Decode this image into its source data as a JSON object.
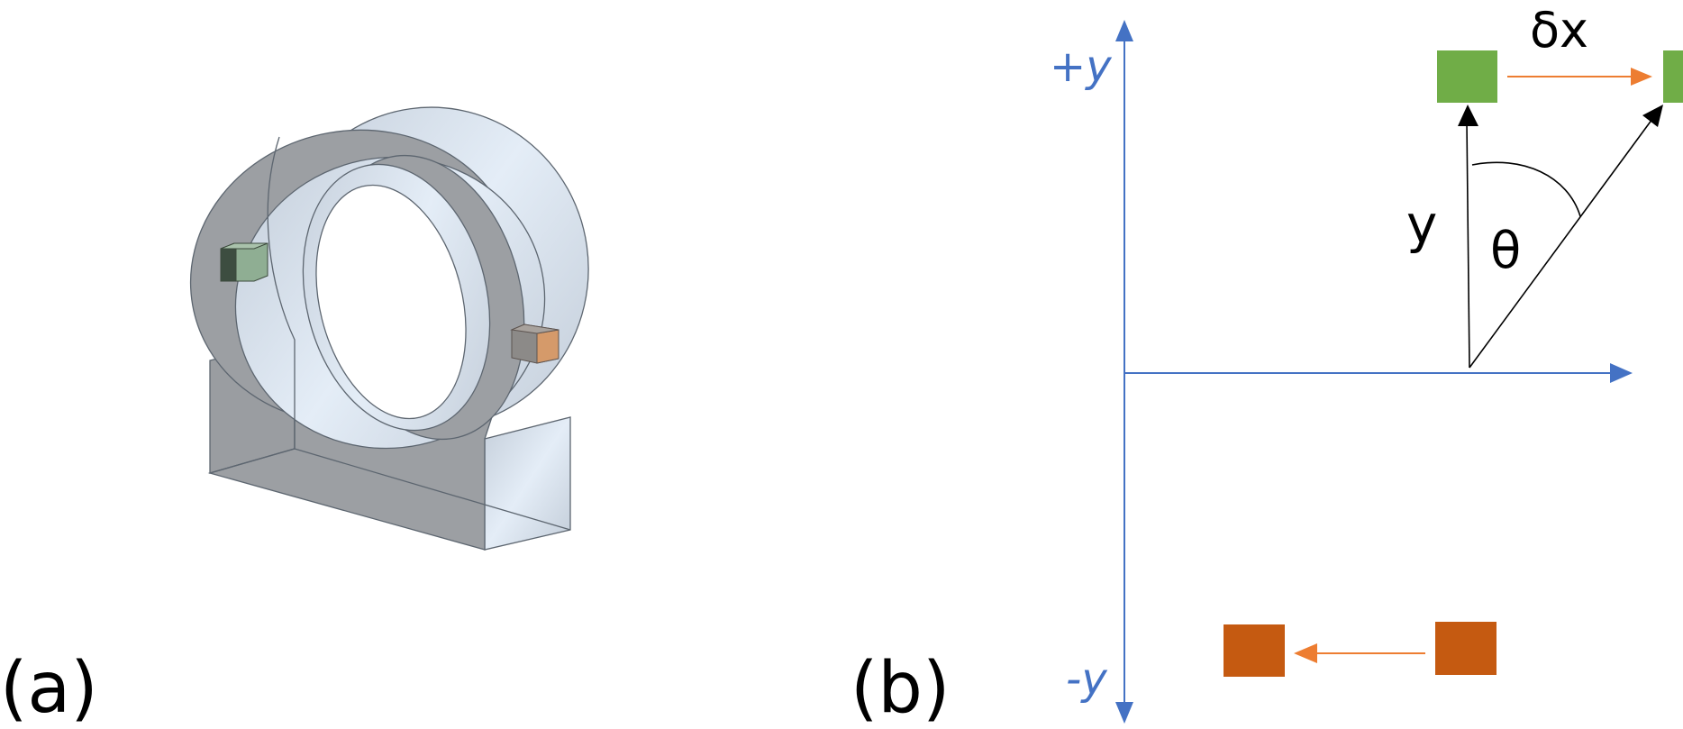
{
  "panels": {
    "a": {
      "label": "(a)"
    },
    "b": {
      "label": "(b)",
      "axis_positive_label": "+y",
      "axis_negative_label": "-y",
      "displacement_label": "δx",
      "distance_label": "y",
      "angle_label": "θ"
    }
  },
  "colors": {
    "axis": "#4472c4",
    "displacement_arrow": "#ed7d31",
    "top_marker": "#70ad47",
    "bottom_marker": "#c55a11",
    "part_face": "#9c9fa3",
    "part_surface": "#d3dde8"
  }
}
